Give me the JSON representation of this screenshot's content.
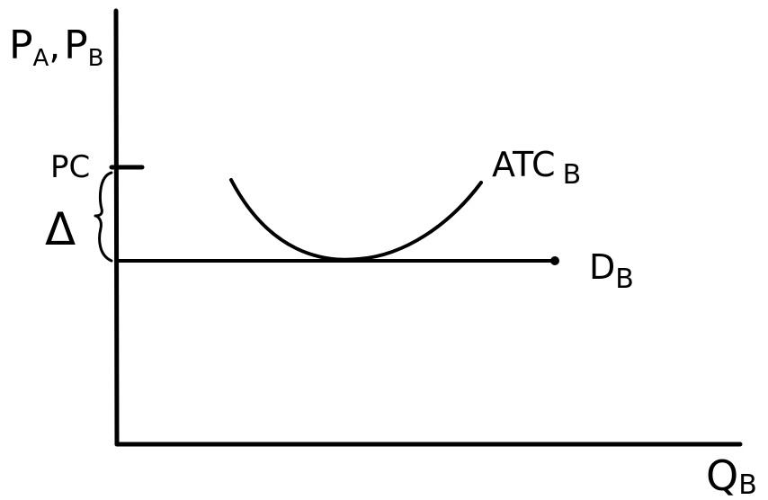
{
  "diagram": {
    "y_axis_label": {
      "main_1": "P",
      "sub_1": "A",
      "sep": ",",
      "main_2": "P",
      "sub_2": "B"
    },
    "x_axis_label": {
      "main": "Q",
      "sub": "B"
    },
    "price_tick_label": "PC",
    "gap_symbol": "Δ",
    "atc_label": {
      "main": "ATC",
      "sub": "B"
    },
    "demand_label": {
      "main": "D",
      "sub": "B"
    }
  }
}
